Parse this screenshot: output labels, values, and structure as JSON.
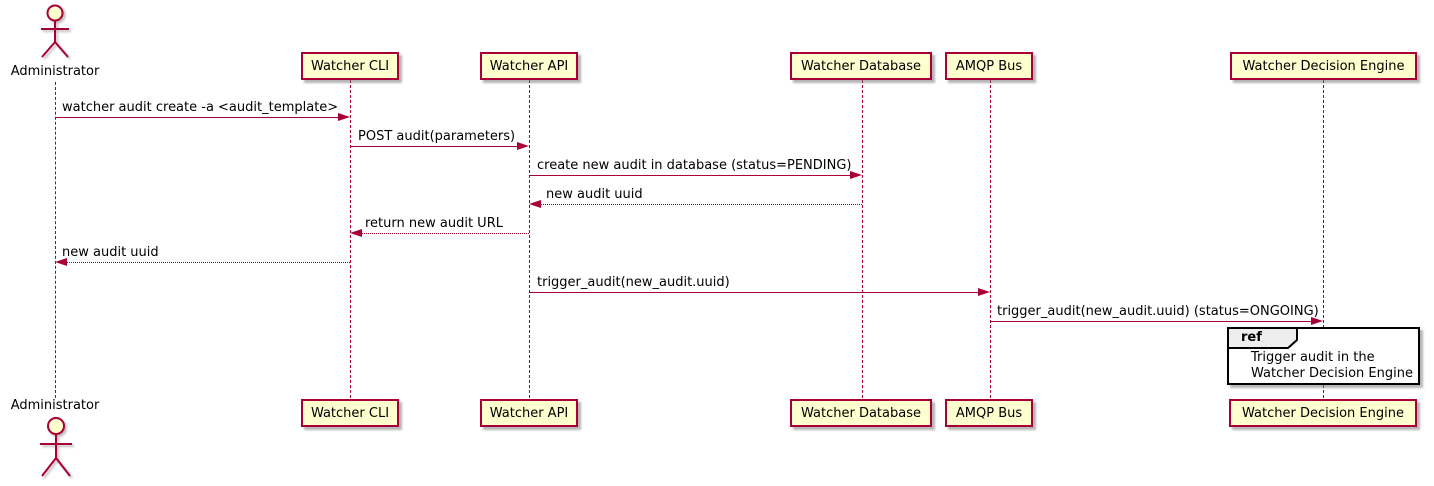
{
  "diagram_type": "uml-sequence-diagram",
  "colors": {
    "participant_fill": "#FEFECE",
    "participant_border": "#A80036",
    "arrow": "#A80036",
    "lifeline": "#A80036",
    "text": "#000000",
    "ref_border": "#000000",
    "ref_header_fill": "#EEEEEE",
    "ref_body_fill": "#FFFFFF"
  },
  "actor": {
    "label": "Administrator"
  },
  "participants": [
    {
      "label": "Watcher CLI"
    },
    {
      "label": "Watcher API"
    },
    {
      "label": "Watcher Database"
    },
    {
      "label": "AMQP Bus"
    },
    {
      "label": "Watcher Decision Engine"
    }
  ],
  "messages": [
    {
      "label": "watcher audit create -a <audit_template>",
      "from": "Administrator",
      "to": "Watcher CLI",
      "line": "solid",
      "direction": "right"
    },
    {
      "label": "POST audit(parameters)",
      "from": "Watcher CLI",
      "to": "Watcher API",
      "line": "solid",
      "direction": "right"
    },
    {
      "label": "create new audit in database (status=PENDING)",
      "from": "Watcher API",
      "to": "Watcher Database",
      "line": "solid",
      "direction": "right"
    },
    {
      "label": "new audit uuid",
      "from": "Watcher Database",
      "to": "Watcher API",
      "line": "dotted",
      "direction": "left"
    },
    {
      "label": "return new audit URL",
      "from": "Watcher API",
      "to": "Watcher CLI",
      "line": "dotted",
      "direction": "left"
    },
    {
      "label": "new audit uuid",
      "from": "Watcher CLI",
      "to": "Administrator",
      "line": "dotted",
      "direction": "left"
    },
    {
      "label": "trigger_audit(new_audit.uuid)",
      "from": "Watcher API",
      "to": "AMQP Bus",
      "line": "solid",
      "direction": "right"
    },
    {
      "label": "trigger_audit(new_audit.uuid) (status=ONGOING)",
      "from": "AMQP Bus",
      "to": "Watcher Decision Engine",
      "line": "solid",
      "direction": "right"
    }
  ],
  "ref_fragment": {
    "keyword": "ref",
    "target": "Watcher Decision Engine",
    "line1": "Trigger audit in the",
    "line2": "Watcher Decision Engine"
  }
}
